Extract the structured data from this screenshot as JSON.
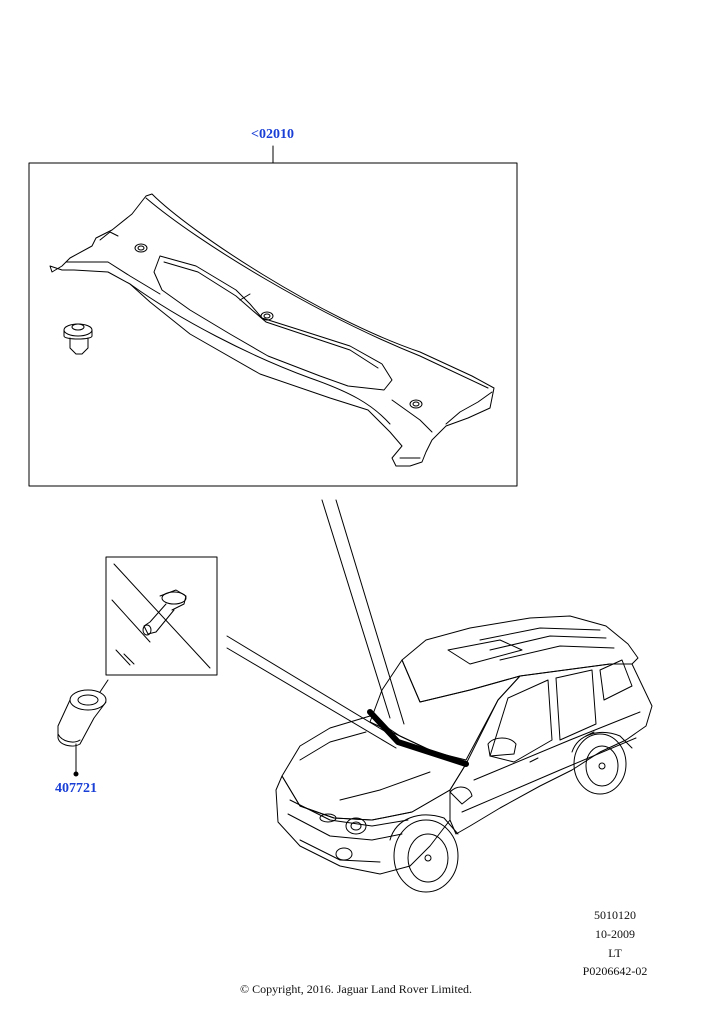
{
  "callouts": {
    "top_ref": "<02010",
    "clip_ref": "407721"
  },
  "meta": {
    "line1": "5010120",
    "line2": "10-2009",
    "line3": "LT",
    "line4": "P0206642-02"
  },
  "copyright": "© Copyright, 2016. Jaguar Land Rover Limited.",
  "colors": {
    "callout_link": "#1a3fd6",
    "line": "#000000",
    "background": "#ffffff"
  }
}
